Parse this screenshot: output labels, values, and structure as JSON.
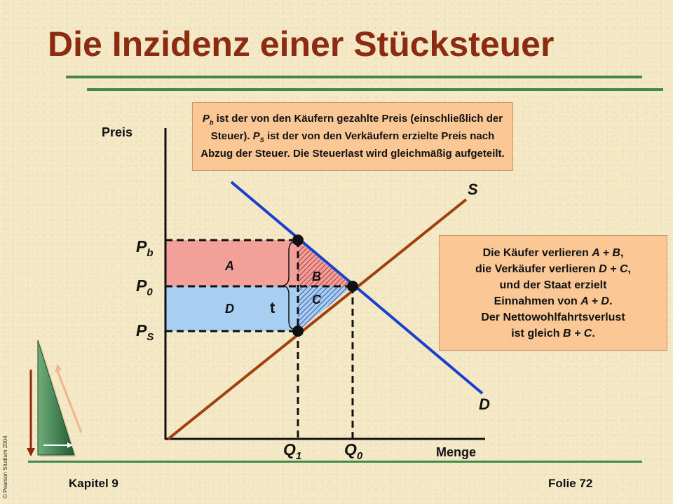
{
  "slide": {
    "title": "Die Inzidenz einer Stücksteuer",
    "footer_left": "Kapitel 9",
    "footer_right": "Folie 72",
    "copyright": "© Pearson Studium 2004"
  },
  "colors": {
    "title": "#8a2b12",
    "rule": "#3f8a4a",
    "supply": "#a0400f",
    "demand": "#1a3fcc",
    "area_A": "#f4a09a",
    "area_D": "#a7cff2",
    "note_bg": "#fbc794"
  },
  "note_top": {
    "p1_sym": "P",
    "p1_sub": "b",
    "p1_text": " ist der von den Käufern gezahlte Preis (einschließlich der Steuer). ",
    "p2_sym": "P",
    "p2_sub": "S",
    "p2_text": " ist der von den Verkäufern erzielte Preis nach Abzug der Steuer. Die Steuerlast wird gleichmäßig aufgeteilt."
  },
  "note_right": {
    "l1a": "Die Käufer verlieren ",
    "l1b": "A + B",
    "l1c": ",",
    "l2a": "die Verkäufer verlieren ",
    "l2b": "D + C",
    "l2c": ",",
    "l3": "und der Staat erzielt",
    "l4a": "Einnahmen von ",
    "l4b": "A + D",
    "l4c": ".",
    "l5": "Der Nettowohlfahrtsverlust",
    "l6a": "ist gleich ",
    "l6b": "B + C",
    "l6c": "."
  },
  "diagram": {
    "axis_y_label": "Preis",
    "axis_x_label": "Menge",
    "supply_label": "S",
    "demand_label": "D",
    "price_labels": {
      "pb": {
        "main": "P",
        "sub": "b"
      },
      "p0": {
        "main": "P",
        "sub": "0"
      },
      "ps": {
        "main": "P",
        "sub": "S"
      }
    },
    "qty_labels": {
      "q1": {
        "main": "Q",
        "sub": "1"
      },
      "q0": {
        "main": "Q",
        "sub": "0"
      }
    },
    "areas": {
      "A": "A",
      "B": "B",
      "C": "C",
      "D": "D"
    },
    "tax_label": "t"
  }
}
